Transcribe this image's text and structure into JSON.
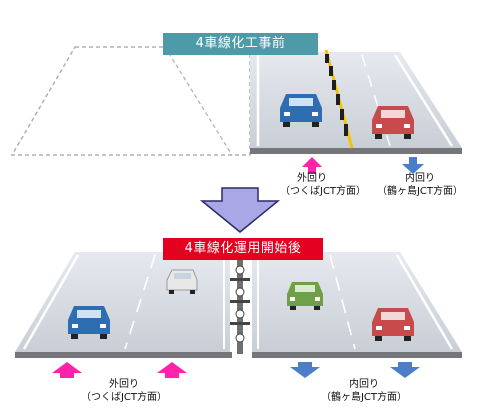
{
  "before": {
    "banner": "4車線化工事前",
    "outer_label": "外回り",
    "outer_sub": "（つくばJCT方面）",
    "inner_label": "内回り",
    "inner_sub": "（鶴ヶ島JCT方面）"
  },
  "after": {
    "banner": "4車線化運用開始後",
    "outer_label": "外回り",
    "outer_sub": "（つくばJCT方面）",
    "inner_label": "内回り",
    "inner_sub": "（鶴ヶ島JCT方面）"
  },
  "colors": {
    "banner_before": "#4d9ba8",
    "banner_after": "#e4001f",
    "outer_arrow": "#ff22aa",
    "inner_arrow": "#4a7ec8",
    "transition_arrow": "#a9a7e6",
    "car_blue": "#2f6db3",
    "car_red": "#c84a4a",
    "car_green": "#6da049",
    "car_white": "#e8e8e8",
    "pole": "#f4c400"
  },
  "icons": {
    "transition": "down-arrow-icon",
    "outer_direction": "up-arrow-icon",
    "inner_direction": "down-arrow-icon"
  }
}
